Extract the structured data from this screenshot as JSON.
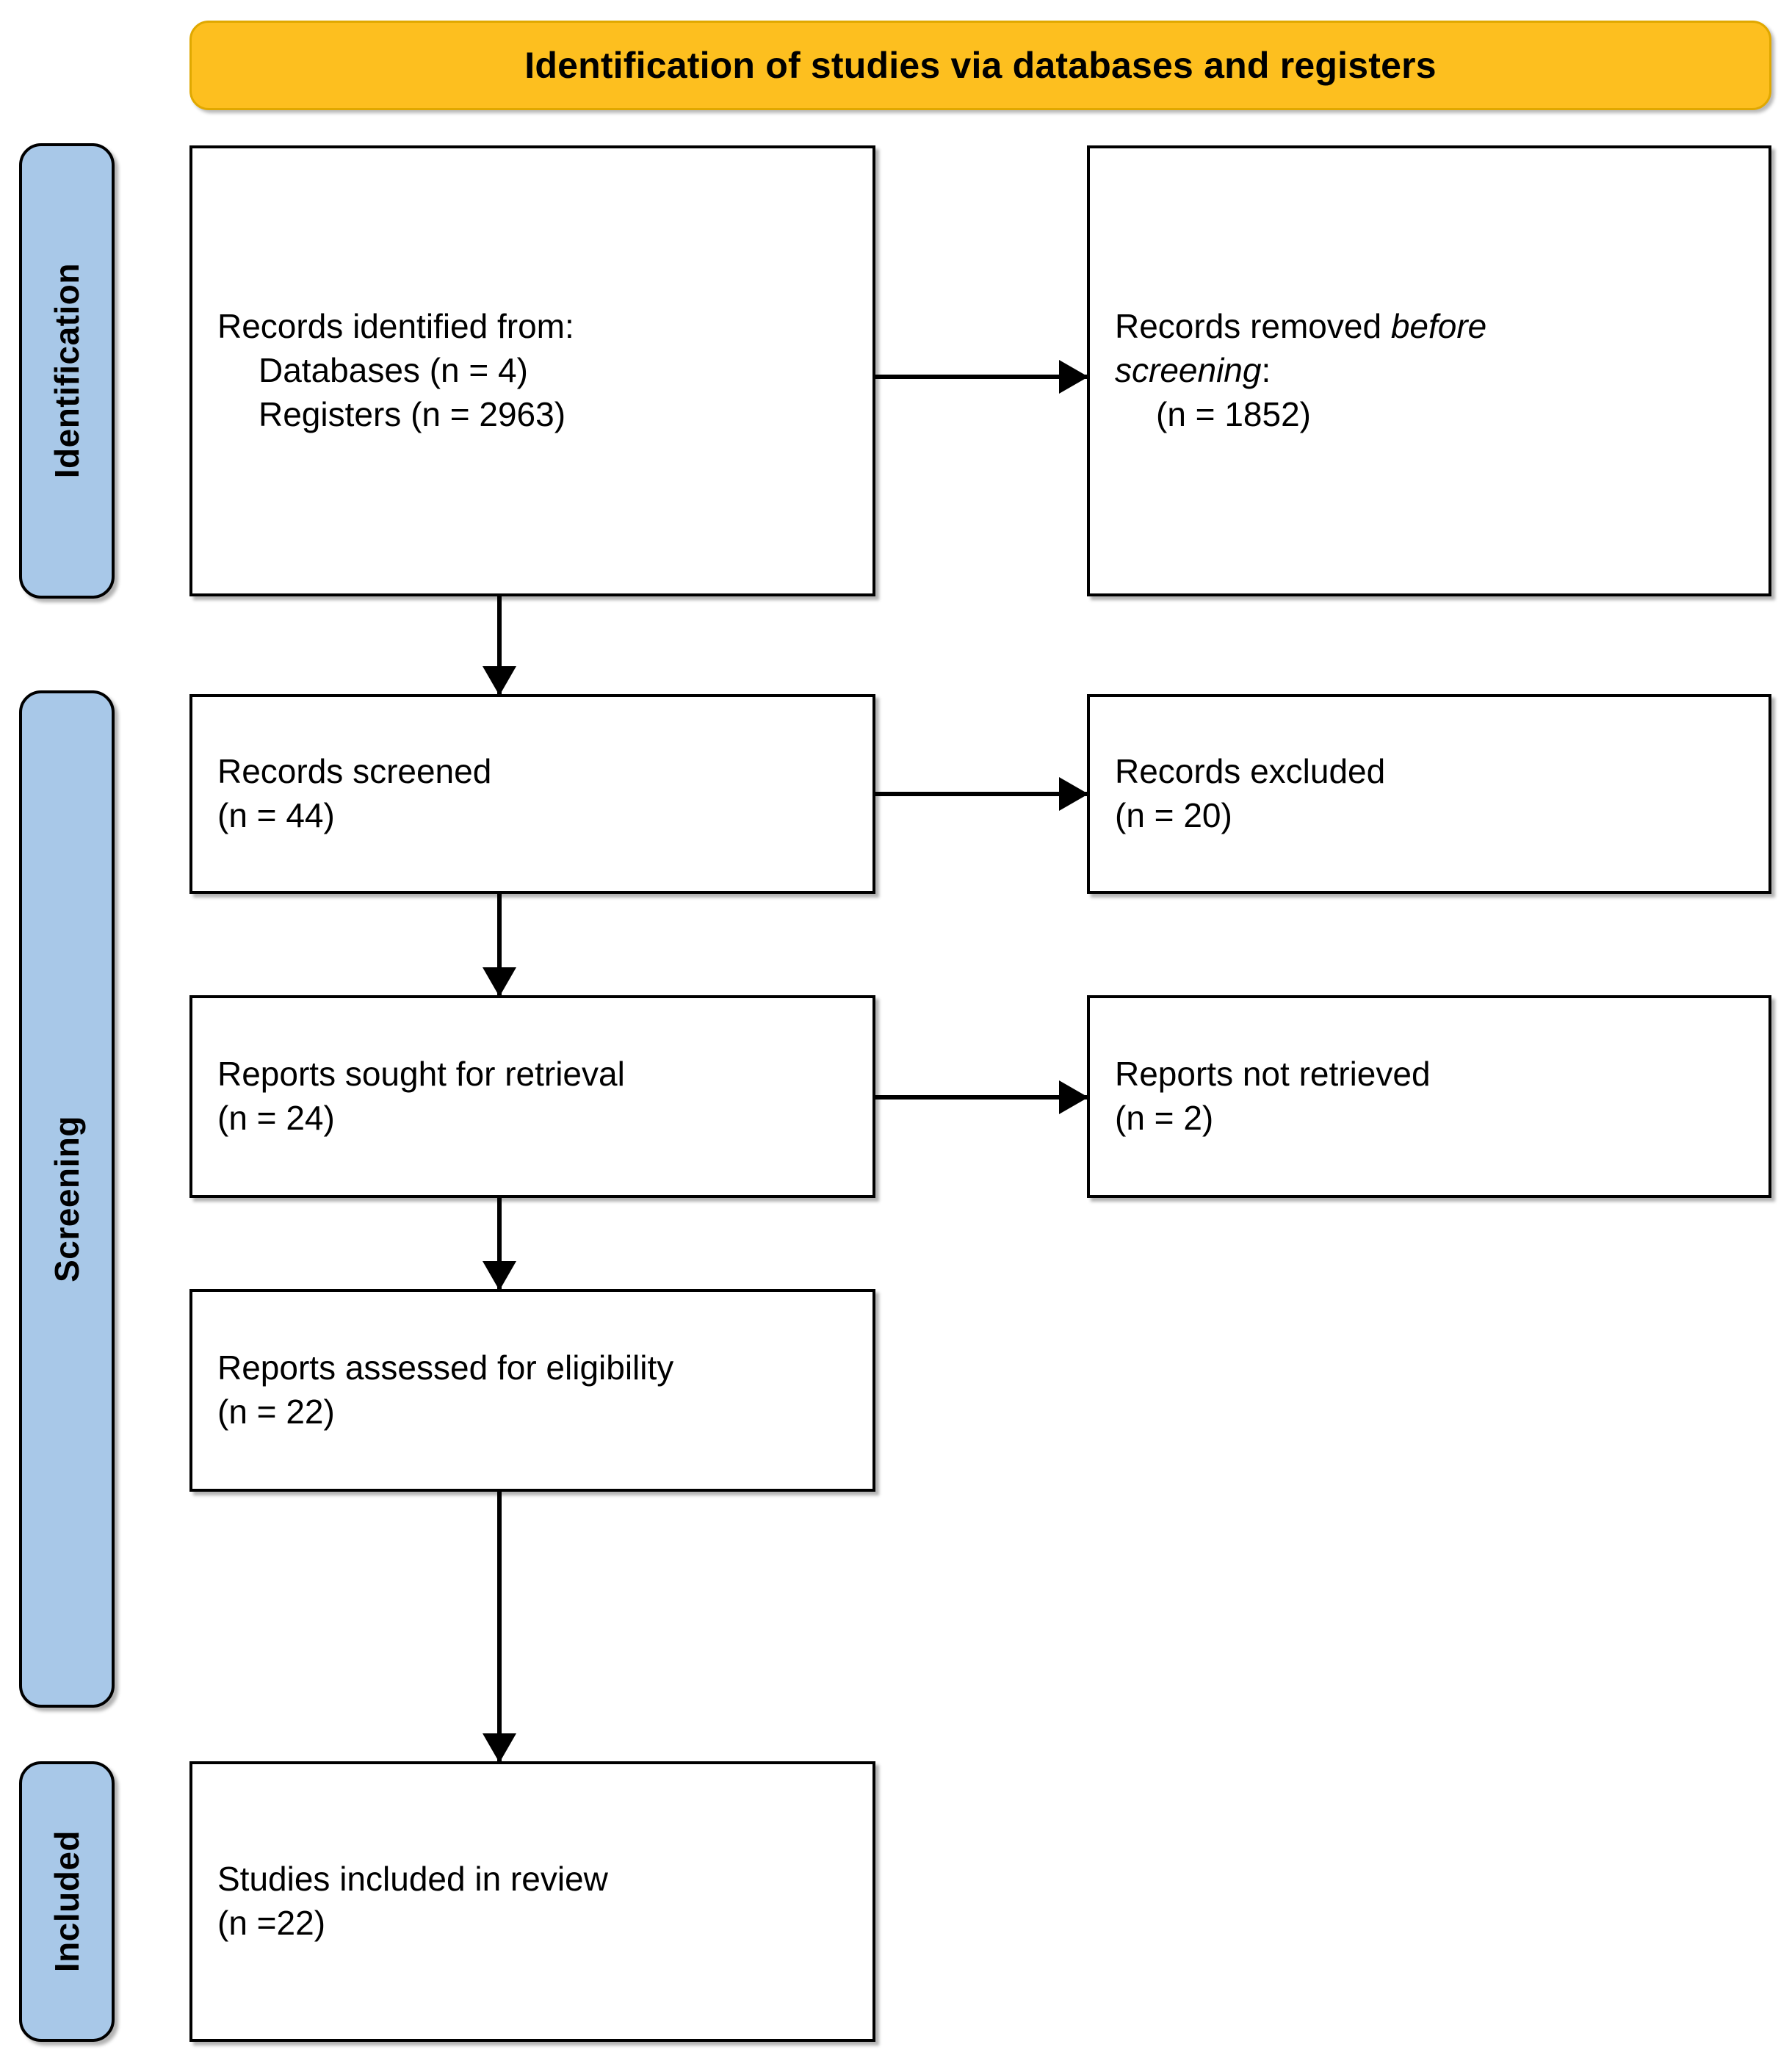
{
  "header": {
    "title": "Identification of studies via databases and registers",
    "bg_color": "#FDBF1F",
    "text_color": "#000000"
  },
  "stages": [
    {
      "id": "identification",
      "label": "Identification",
      "bg_color": "#A8C8E8"
    },
    {
      "id": "screening",
      "label": "Screening",
      "bg_color": "#A8C8E8"
    },
    {
      "id": "included",
      "label": "Included",
      "bg_color": "#A8C8E8"
    }
  ],
  "boxes": {
    "records_identified": {
      "line1": "Records identified from:",
      "line2": "Databases (n = 4)",
      "line3": "Registers (n = 2963)"
    },
    "records_removed": {
      "line1_a": "Records removed ",
      "line1_b": "before",
      "line2_a": "screening",
      "line2_b": ":",
      "line3": "(n = 1852)"
    },
    "records_screened": {
      "line1": "Records screened",
      "line2": "(n = 44)"
    },
    "records_excluded": {
      "line1": "Records excluded",
      "line2": "(n = 20)"
    },
    "reports_sought": {
      "line1": "Reports sought for retrieval",
      "line2": "(n = 24)"
    },
    "reports_not_retrieved": {
      "line1": "Reports not retrieved",
      "line2": "(n = 2)"
    },
    "reports_assessed": {
      "line1": "Reports assessed for eligibility",
      "line2": "(n = 22)"
    },
    "studies_included": {
      "line1": "Studies included in review",
      "line2": "(n =22)"
    }
  },
  "chart_data": {
    "type": "diagram",
    "title": "Identification of studies via databases and registers",
    "diagram_kind": "PRISMA 2020 flow diagram",
    "stages": [
      "Identification",
      "Screening",
      "Included"
    ],
    "nodes": [
      {
        "id": "records_identified",
        "stage": "Identification",
        "column": "left",
        "label": "Records identified from: Databases (n = 4) Registers (n = 2963)",
        "counts": {
          "Databases": 4,
          "Registers": 2963
        }
      },
      {
        "id": "records_removed",
        "stage": "Identification",
        "column": "right",
        "label": "Records removed before screening: (n = 1852)",
        "counts": {
          "n": 1852
        }
      },
      {
        "id": "records_screened",
        "stage": "Screening",
        "column": "left",
        "label": "Records screened (n = 44)",
        "counts": {
          "n": 44
        }
      },
      {
        "id": "records_excluded",
        "stage": "Screening",
        "column": "right",
        "label": "Records excluded (n = 20)",
        "counts": {
          "n": 20
        }
      },
      {
        "id": "reports_sought",
        "stage": "Screening",
        "column": "left",
        "label": "Reports sought for retrieval (n = 24)",
        "counts": {
          "n": 24
        }
      },
      {
        "id": "reports_not_retrieved",
        "stage": "Screening",
        "column": "right",
        "label": "Reports not retrieved (n = 2)",
        "counts": {
          "n": 2
        }
      },
      {
        "id": "reports_assessed",
        "stage": "Screening",
        "column": "left",
        "label": "Reports assessed for eligibility (n = 22)",
        "counts": {
          "n": 22
        }
      },
      {
        "id": "studies_included",
        "stage": "Included",
        "column": "left",
        "label": "Studies included in review (n =22)",
        "counts": {
          "n": 22
        }
      }
    ],
    "edges": [
      {
        "from": "records_identified",
        "to": "records_removed",
        "direction": "right"
      },
      {
        "from": "records_identified",
        "to": "records_screened",
        "direction": "down"
      },
      {
        "from": "records_screened",
        "to": "records_excluded",
        "direction": "right"
      },
      {
        "from": "records_screened",
        "to": "reports_sought",
        "direction": "down"
      },
      {
        "from": "reports_sought",
        "to": "reports_not_retrieved",
        "direction": "right"
      },
      {
        "from": "reports_sought",
        "to": "reports_assessed",
        "direction": "down"
      },
      {
        "from": "reports_assessed",
        "to": "studies_included",
        "direction": "down"
      }
    ]
  }
}
